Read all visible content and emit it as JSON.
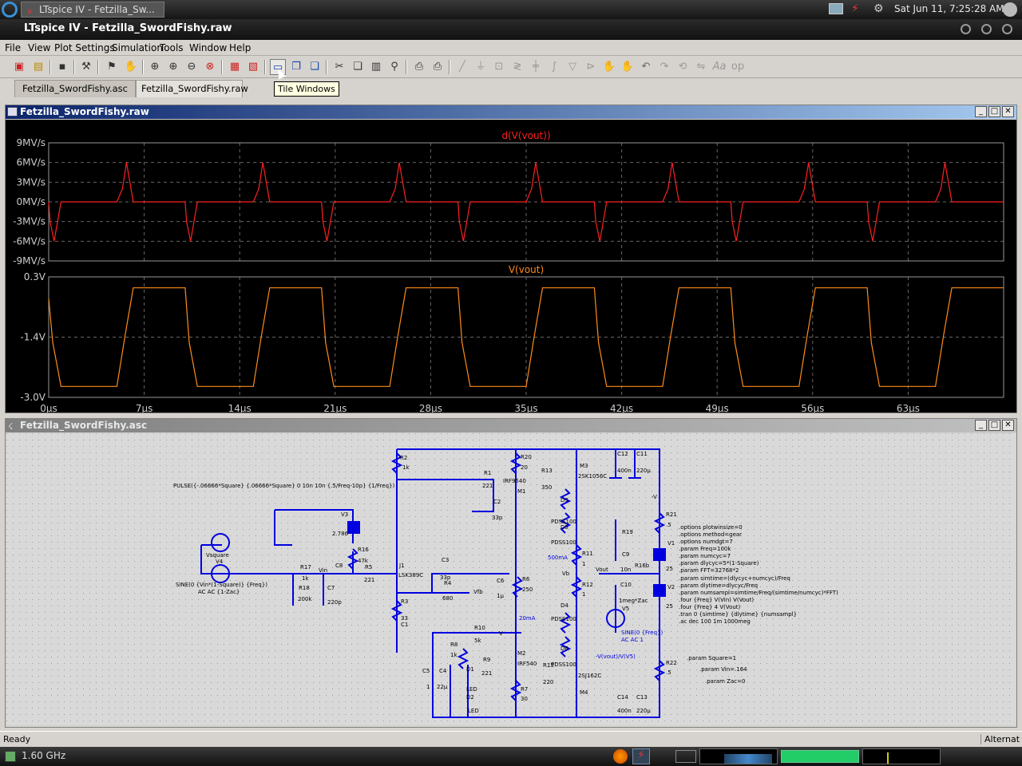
{
  "desktop": {
    "taskbar_window_title": "LTspice IV - Fetzilla_Sw...",
    "clock": "Sat Jun 11,  7:25:28 AM",
    "cpu_freq": "1.60 GHz"
  },
  "app": {
    "title": "LTspice IV - Fetzilla_SwordFishy.raw",
    "menu": [
      "File",
      "View",
      "Plot Settings",
      "Simulation",
      "Tools",
      "Window",
      "Help"
    ],
    "tabs": [
      "Fetzilla_SwordFishy.asc",
      "Fetzilla_SwordFishy.raw"
    ],
    "active_tab": 1,
    "tooltip": "Tile Windows",
    "status_left": "Ready",
    "status_right": "Alternat"
  },
  "waveform_window": {
    "title": "Fetzilla_SwordFishy.raw",
    "plot1": {
      "title": "d(V(vout))",
      "color": "#ff2020",
      "yticks": [
        "9MV/s",
        "6MV/s",
        "3MV/s",
        "0MV/s",
        "-3MV/s",
        "-6MV/s",
        "-9MV/s"
      ]
    },
    "plot2": {
      "title": "V(vout)",
      "color": "#ff8c1a",
      "yticks": [
        "0.3V",
        "-1.4V",
        "-3.0V"
      ]
    },
    "xticks": [
      "0µs",
      "7µs",
      "14µs",
      "21µs",
      "28µs",
      "35µs",
      "42µs",
      "49µs",
      "56µs",
      "63µs"
    ]
  },
  "chart_data": [
    {
      "type": "line",
      "title": "d(V(vout))",
      "ylim": [
        -9,
        9
      ],
      "xlim": [
        0,
        70
      ],
      "xlabel": "",
      "ylabel": "",
      "series": [
        {
          "name": "d(V(vout))",
          "x": [
            0,
            0.1,
            0.4,
            0.9,
            5,
            5.4,
            5.7,
            6.2,
            10,
            10.1,
            10.4,
            10.9,
            15,
            15.4,
            15.7,
            16.2,
            20,
            20.1,
            20.4,
            20.9,
            25,
            25.4,
            25.7,
            26.2,
            30,
            30.1,
            30.4,
            30.9,
            35,
            35.4,
            35.7,
            36.2,
            40,
            40.1,
            40.4,
            40.9,
            45,
            45.4,
            45.7,
            46.2,
            50,
            50.1,
            50.4,
            50.9,
            55,
            55.4,
            55.7,
            56.2,
            60,
            60.1,
            60.4,
            60.9,
            65,
            65.4,
            65.7,
            66.2,
            70
          ],
          "y": [
            0,
            -3,
            -6,
            0,
            0,
            2,
            6,
            0,
            0,
            -3,
            -6,
            0,
            0,
            2,
            6,
            0,
            0,
            -3,
            -6,
            0,
            0,
            2,
            6,
            0,
            0,
            -3,
            -6,
            0,
            0,
            2,
            6,
            0,
            0,
            -3,
            -6,
            0,
            0,
            2,
            6,
            0,
            0,
            -3,
            -6,
            0,
            0,
            2,
            6,
            0,
            0,
            -3,
            -6,
            0,
            0,
            2,
            6,
            0,
            0
          ]
        }
      ]
    },
    {
      "type": "line",
      "title": "V(vout)",
      "ylim": [
        -3.0,
        0.3
      ],
      "xlim": [
        0,
        70
      ],
      "xlabel": "",
      "ylabel": "",
      "series": [
        {
          "name": "V(vout)",
          "x": [
            0,
            0.3,
            0.9,
            5,
            5.6,
            6.2,
            10,
            10.3,
            10.9,
            15,
            15.6,
            16.2,
            20,
            20.3,
            20.9,
            25,
            25.6,
            26.2,
            30,
            30.3,
            30.9,
            35,
            35.6,
            36.2,
            40,
            40.3,
            40.9,
            45,
            45.6,
            46.2,
            50,
            50.3,
            50.9,
            55,
            55.6,
            56.2,
            60,
            60.3,
            60.9,
            65,
            65.6,
            66.2,
            70
          ],
          "y": [
            -0.3,
            -1.5,
            -2.7,
            -2.7,
            -1.3,
            0,
            0,
            -1.5,
            -2.7,
            -2.7,
            -1.3,
            0,
            0,
            -1.5,
            -2.7,
            -2.7,
            -1.3,
            0,
            0,
            -1.5,
            -2.7,
            -2.7,
            -1.3,
            0,
            0,
            -1.5,
            -2.7,
            -2.7,
            -1.3,
            0,
            0,
            -1.5,
            -2.7,
            -2.7,
            -1.3,
            0,
            0,
            -1.5,
            -2.7,
            -2.7,
            -1.3,
            0,
            0
          ]
        }
      ]
    }
  ],
  "schematic_window": {
    "title": "Fetzilla_SwordFishy.asc",
    "pulse_source": "PULSE({-.06666*Square} {.06666*Square} 0 10n 10n {.5/Freq-10p} {1/Freq})",
    "sine_source": "SINE(0 {Vin*(1-Square)} {Freq})",
    "ac_source": "AC AC {1-Zac}",
    "v5_source": "SINE(0 {Freq})",
    "v5_ac": "AC AC 1",
    "vout_expr": "-V(vout)/V(V5)",
    "directives": [
      ".options plotwinsize=0",
      ".options method=gear",
      ".options numdgt=7",
      ".param Freq=100k",
      ".param numcyc=7",
      ".param dlycyc=5*(1-Square)",
      ".param FFT=32768*2",
      ".param simtime=(dlycyc+numcyc)/Freq",
      ".param dlytime=dlycyc/Freq",
      ".param numsampl=simtime/Freq/(simtime/numcyc)*FFT)",
      ".four {Freq} V(Vin) V(Vout)",
      ".four {Freq} 4 V(Vout)",
      ".tran 0 {simtime} {dlytime} {numsampl}",
      ".ac dec 100 1m 1000meg"
    ],
    "params": [
      ".param Square=1",
      ".param Vin=.164",
      ".param Zac=0"
    ],
    "labels": [
      "R2",
      "1k",
      "R1",
      "221",
      "R20",
      "20",
      "R13",
      "350",
      "M3",
      "2SK1056C",
      "C12",
      "400n",
      "C11",
      "220µ",
      "M1",
      "IRF9540",
      "C2",
      "33p",
      "V3",
      "2.786",
      "R16",
      "47k",
      "Vsquare",
      "V4",
      "R17",
      "1k",
      "Vin",
      "C8",
      "R5",
      "221",
      "J1",
      "LSK389C",
      "C3",
      "33p",
      "R4",
      "680",
      "Vfb",
      "C6",
      "1µ",
      "R6",
      "250",
      "R3",
      "33",
      "C1",
      "R18",
      "200k",
      "C7",
      "220p",
      "D3",
      "PDSS100",
      "D5",
      "PDSS100",
      "R21",
      ".5",
      "V1",
      "25",
      "V2",
      "25",
      "R19",
      "C9",
      "10n",
      "R16b",
      "R11",
      "1",
      "R12",
      "1",
      "C10",
      "1meg*Zac",
      "V5",
      "Vout",
      "D4",
      "PDSS100",
      "D6",
      "PDSS100",
      "R10",
      "5k",
      "R8",
      "1k",
      "R9",
      "221",
      "M2",
      "IRF540",
      "R15",
      "220",
      "M4",
      "2SJ162C",
      "C5",
      "1",
      "C4",
      "22µ",
      "D1",
      "LED",
      "D2",
      "LED",
      "R7",
      "30",
      "C14",
      "400n",
      "C13",
      "220µ",
      "R22",
      ".5",
      "500mA",
      "20mA",
      "Vb",
      "V",
      "-V"
    ]
  }
}
